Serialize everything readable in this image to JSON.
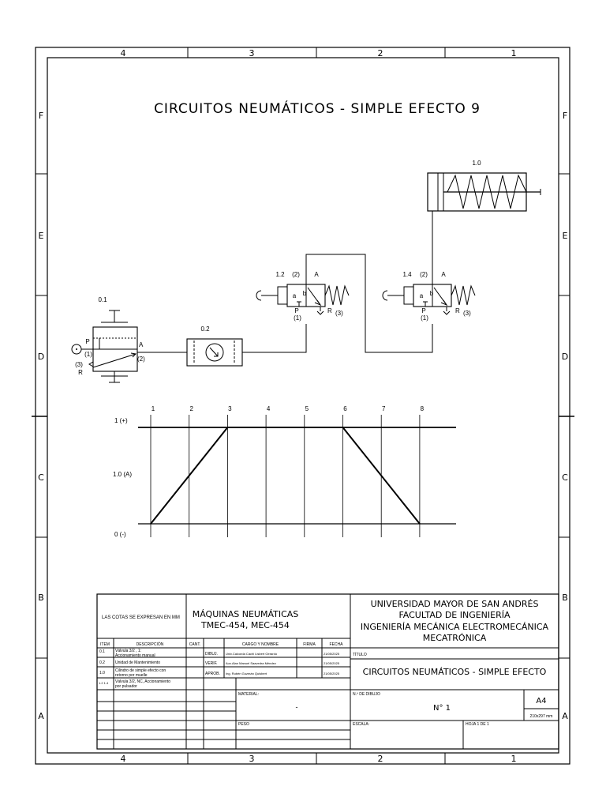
{
  "sheet": {
    "columns": [
      "4",
      "3",
      "2",
      "1"
    ],
    "rows": [
      "F",
      "E",
      "D",
      "C",
      "B",
      "A"
    ]
  },
  "drawing": {
    "title": "CIRCUITOS NEUMÁTICOS - SIMPLE EFECTO 9",
    "cylinder": {
      "id": "1.0"
    },
    "valve_12": {
      "id": "1.2",
      "port_num_top": "(2)",
      "port_top": "A",
      "box_a": "a",
      "box_b": "b",
      "port_p": "P",
      "port_num_p": "(1)",
      "port_r": "R",
      "port_num_r": "(3)"
    },
    "valve_14": {
      "id": "1.4",
      "port_num_top": "(2)",
      "port_top": "A",
      "box_a": "a",
      "box_b": "b",
      "port_p": "P",
      "port_num_p": "(1)",
      "port_r": "R",
      "port_num_r": "(3)"
    },
    "valve_01": {
      "id": "0.1",
      "port_p": "P",
      "port_num_p": "(1)",
      "port_a": "A",
      "port_num_a": "(2)",
      "port_num_r": "(3)",
      "port_r": "R"
    },
    "unit_02": {
      "id": "0.2"
    }
  },
  "chart_data": {
    "type": "line",
    "x": [
      1,
      2,
      3,
      4,
      5,
      6,
      7,
      8
    ],
    "x_labels": [
      "1",
      "2",
      "3",
      "4",
      "5",
      "6",
      "7",
      "8"
    ],
    "y_labels": [
      "1 (+)",
      "1.0 (A)",
      "0 (-)"
    ],
    "ylim": [
      0,
      1
    ],
    "series": [
      {
        "x": [
          1,
          3,
          6,
          8
        ],
        "y": [
          0,
          1,
          1,
          0
        ],
        "color": "#e00000"
      }
    ],
    "grid": "vertical"
  },
  "title_block": {
    "note": "LAS COTAS SE EXPRESAN EN MM",
    "course_line1": "MÁQUINAS NEUMÁTICAS",
    "course_line2": "TMEC-454, MEC-454",
    "university_line1": "UNIVERSIDAD MAYOR DE SAN ANDRÉS",
    "university_line2": "FACULTAD DE INGENIERÍA",
    "university_line3": "INGENIERÍA MECÁNICA ELECTROMECÁNICA",
    "university_line4": "MECATRÓNICA",
    "headers": {
      "item": "ITEM",
      "descripcion": "DESCRIPCIÓN",
      "cant": "CANT.",
      "cargo": "CARGO Y NOMBRE",
      "firma": "FIRMA",
      "fecha": "FECHA"
    },
    "items": [
      {
        "item": "0.1",
        "desc1": "Válvula 3/2 , 1:",
        "desc2": "Accionamiento manual"
      },
      {
        "item": "0.2",
        "desc1": "Unidad de Mantenimiento",
        "desc2": ""
      },
      {
        "item": "1.0",
        "desc1": "Cilindro de simple efecto con",
        "desc2": "retorno por muelle"
      },
      {
        "item": "1.2 1.4",
        "desc1": "Válvula 3/2, NC, Accionamiento",
        "desc2": "por pulsador"
      }
    ],
    "people": [
      {
        "role": "DIBUJ.",
        "name": "Univ.Calcorda Cachi Lisbert Gerardo",
        "date": "21/05/2025"
      },
      {
        "role": "VERIF.",
        "name": "Aux.Alan Manuel Saavedra Méndez",
        "date": "21/05/2025"
      },
      {
        "role": "APROB.",
        "name": "Ing. Rubén Guzmán Quisbert",
        "date": "21/05/2025"
      }
    ],
    "titulo_label": "TÍTULO",
    "titulo": "CIRCUITOS NEUMÁTICOS - SIMPLE EFECTO",
    "material_label": "MATERIAL:",
    "material_value": "-",
    "drawing_no_label": "N.º DE DIBUJO",
    "drawing_no": "N° 1",
    "format": "A4",
    "format_size": "210x297 mm",
    "peso_label": "PESO",
    "escala_label": "ESCALA:",
    "hoja_label": "HOJA 1 DE 1"
  }
}
